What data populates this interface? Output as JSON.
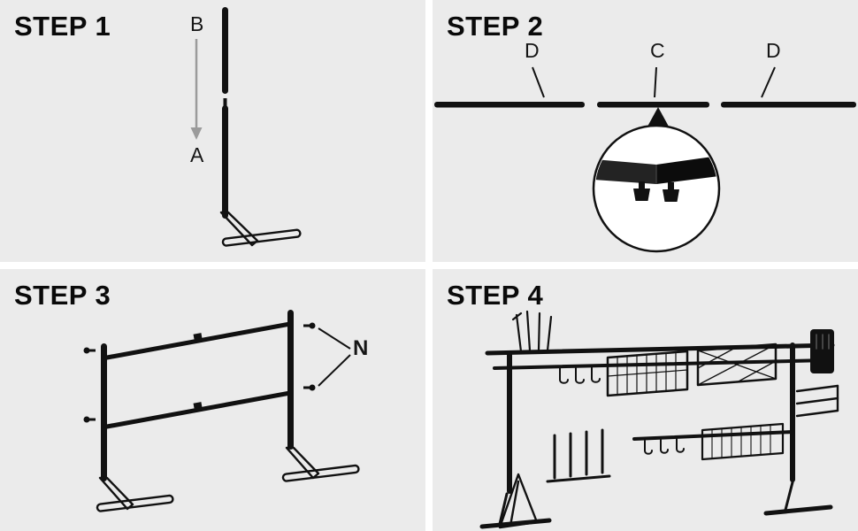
{
  "palette": {
    "panel_bg": "#ebebeb",
    "gutter": "#ffffff",
    "ink": "#111111",
    "arrow_gray": "#9b9b9b"
  },
  "steps": [
    {
      "id": 1,
      "title": "STEP 1",
      "labels": {
        "part_b": "B",
        "part_a": "A"
      }
    },
    {
      "id": 2,
      "title": "STEP 2",
      "labels": {
        "left_d": "D",
        "center_c": "C",
        "right_d": "D"
      }
    },
    {
      "id": 3,
      "title": "STEP 3",
      "labels": {
        "screws_n": "N"
      }
    },
    {
      "id": 4,
      "title": "STEP 4",
      "labels": {}
    }
  ]
}
